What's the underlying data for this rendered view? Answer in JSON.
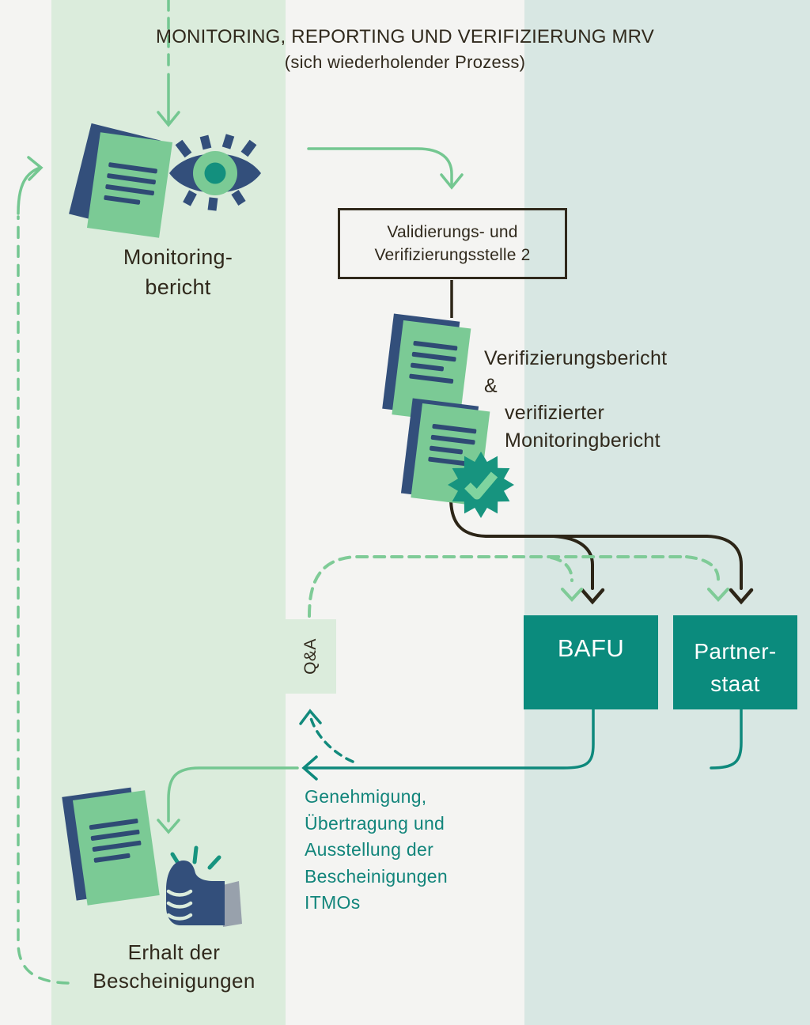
{
  "title": {
    "line1": "MONITORING, REPORTING UND VERIFIZIERUNG MRV",
    "line2": "(sich wiederholender Prozess)"
  },
  "nodes": {
    "monitoring": {
      "line1": "Monitoring-",
      "line2": "bericht"
    },
    "validation_box": {
      "line1": "Validierungs- und",
      "line2": "Verifizierungsstelle 2"
    },
    "verification": {
      "line1": "Verifizierungsbericht",
      "line2": "&",
      "line3": "verifizierter",
      "line4": "Monitoringbericht"
    },
    "bafu": {
      "label": "BAFU"
    },
    "partner": {
      "line1": "Partner-",
      "line2": "staat"
    },
    "qa": {
      "label": "Q&A"
    },
    "approval": {
      "line1": "Genehmigung,",
      "line2": "Übertragung und",
      "line3": "Ausstellung der",
      "line4": "Bescheinigungen",
      "line5": "ITMOs"
    },
    "receipt": {
      "line1": "Erhalt der",
      "line2": "Bescheinigungen"
    }
  },
  "icons": [
    "monitoring-document-icon",
    "eye-icon",
    "verified-documents-icon",
    "check-badge-icon",
    "certificate-document-icon",
    "thumbs-up-icon"
  ],
  "flows": [
    {
      "from": "prozess-start",
      "to": "monitoring-bericht",
      "style": "dashed",
      "color": "green"
    },
    {
      "from": "monitoring-bericht",
      "to": "validierungs-verifizierungsstelle",
      "style": "solid",
      "color": "green"
    },
    {
      "from": "validierungs-verifizierungsstelle",
      "to": "verifizierungsbericht",
      "style": "solid",
      "color": "dark"
    },
    {
      "from": "verifizierungsbericht",
      "to": "bafu",
      "style": "solid",
      "color": "dark"
    },
    {
      "from": "verifizierungsbericht",
      "to": "partnerstaat",
      "style": "solid",
      "color": "dark"
    },
    {
      "from": "qa",
      "to": "bafu",
      "style": "dashed",
      "color": "green"
    },
    {
      "from": "qa",
      "to": "partnerstaat",
      "style": "dashed",
      "color": "green"
    },
    {
      "from": "bafu",
      "to": "genehmigung-uebertragung-ausstellung",
      "style": "solid",
      "color": "teal"
    },
    {
      "from": "partnerstaat",
      "to": "genehmigung-uebertragung-ausstellung",
      "style": "solid",
      "color": "teal"
    },
    {
      "from": "genehmigung-uebertragung-ausstellung",
      "to": "qa",
      "style": "dashed",
      "color": "teal"
    },
    {
      "from": "genehmigung-uebertragung-ausstellung",
      "to": "erhalt-der-bescheinigungen",
      "style": "solid",
      "color": "green"
    },
    {
      "from": "erhalt-der-bescheinigungen",
      "to": "monitoring-bericht",
      "style": "dashed",
      "color": "green"
    }
  ],
  "colors": {
    "background_offwhite": "#f4f4f2",
    "band_green": "#dbecdc",
    "band_mint": "#d8e7e3",
    "box_teal": "#0b8b7d",
    "line_teal": "#0e897c",
    "arrow_green": "#74c791",
    "line_dark": "#2c2517",
    "text_dark": "#30291c",
    "text_teal": "#12857b",
    "icon_navy": "#334f7b",
    "icon_green": "#7bca95",
    "badge_teal": "#17947f",
    "badge_check": "#7fd49f",
    "sleeve_gray": "#98a1ac"
  }
}
